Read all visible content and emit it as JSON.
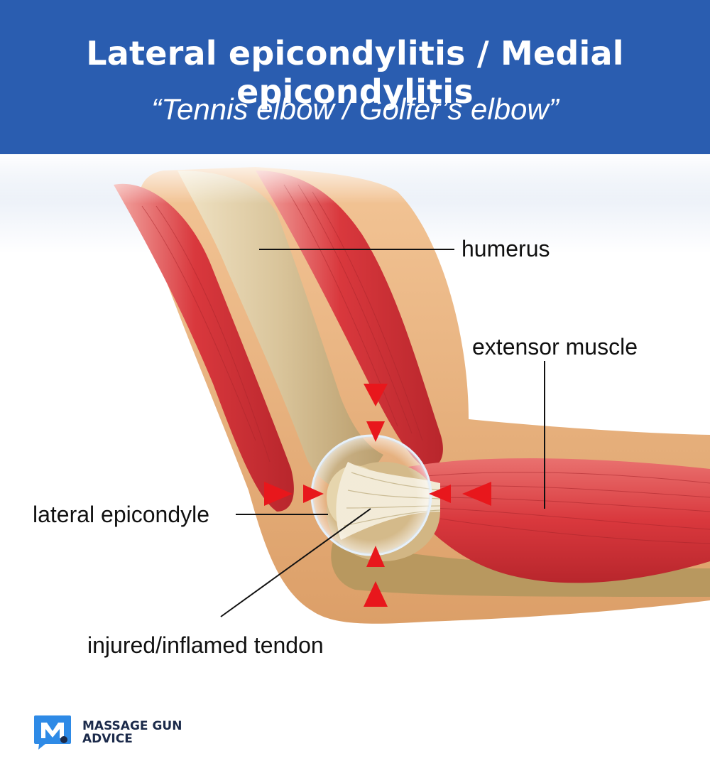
{
  "header": {
    "title": "Lateral epicondylitis / Medial epicondylitis",
    "subtitle": "“Tennis elbow /  Golfer’s elbow”",
    "background_color": "#2a5db0"
  },
  "labels": {
    "humerus": "humerus",
    "extensor_muscle": "extensor muscle",
    "lateral_epicondyle": "lateral epicondyle",
    "injured_tendon": "injured/inflamed tendon"
  },
  "brand": {
    "line1": "MASSAGE GUN",
    "line2": "ADVICE",
    "logo_icon": "m-letter-chat-bubble-icon",
    "color": "#2e8ae6"
  },
  "colors": {
    "muscle": "#d9383d",
    "bone": "#d9c49a",
    "skin": "#e6b07a",
    "arrow": "#e8171c"
  }
}
